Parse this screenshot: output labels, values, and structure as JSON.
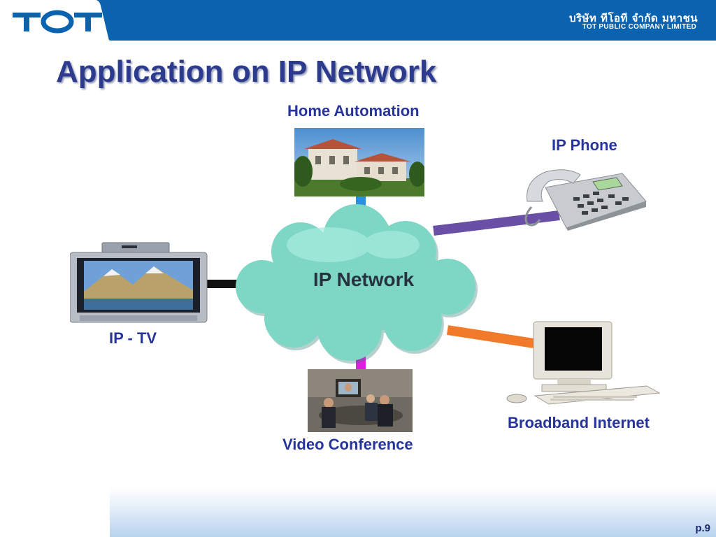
{
  "header": {
    "logo": "TOT",
    "company_thai": "บริษัท ทีโอที จำกัด มหาชน",
    "company_en": "TOT PUBLIC COMPANY LIMITED",
    "colors": {
      "bar": "#0b62ae",
      "logo": "#0b62ae"
    }
  },
  "title": "Application on IP Network",
  "diagram": {
    "center": "IP Network",
    "nodes": [
      {
        "id": "home",
        "label": "Home Automation",
        "link_color": "#2b8fe0",
        "icon": "house-photo"
      },
      {
        "id": "phone",
        "label": "IP Phone",
        "link_color": "#6a4fa6",
        "icon": "ip-phone"
      },
      {
        "id": "tv",
        "label": "IP - TV",
        "link_color": "#111111",
        "icon": "television"
      },
      {
        "id": "internet",
        "label": "Broadband Internet",
        "link_color": "#f07a2a",
        "icon": "desktop-computer"
      },
      {
        "id": "video",
        "label": "Video Conference",
        "link_color": "#e01ee0",
        "icon": "video-conference-photo"
      }
    ]
  },
  "footer": {
    "page": "p.9"
  }
}
